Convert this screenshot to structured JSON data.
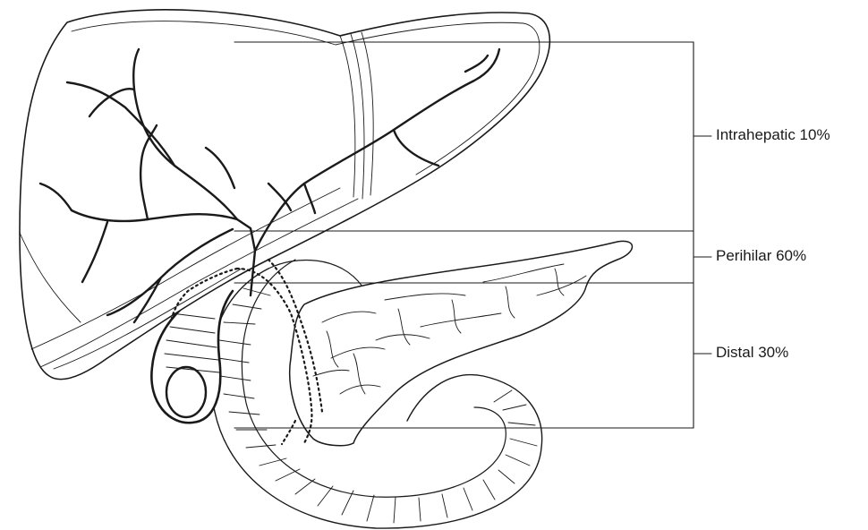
{
  "illustration": {
    "subject_icon": "liver-biliary-pancreas-illustration",
    "stroke_color": "#1a1a1a",
    "background": "#ffffff"
  },
  "regions": [
    {
      "key": "intrahepatic",
      "label": "Intrahepatic 10%"
    },
    {
      "key": "perihilar",
      "label": "Perihilar 60%"
    },
    {
      "key": "distal",
      "label": "Distal 30%"
    }
  ]
}
